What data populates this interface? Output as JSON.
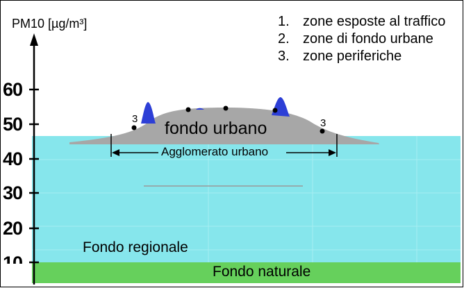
{
  "axis": {
    "label": "PM10 [µg/m³]",
    "ticks": [
      "60",
      "50",
      "40",
      "30",
      "20",
      "10"
    ]
  },
  "legend": [
    {
      "num": "1.",
      "text": "zone esposte al traffico"
    },
    {
      "num": "2.",
      "text": "zone di fondo urbane"
    },
    {
      "num": "3.",
      "text": "zone periferiche"
    }
  ],
  "labels": {
    "fondo_urbano": "fondo urbano",
    "agglomerato": "Agglomerato urbano",
    "fondo_regionale": "Fondo regionale",
    "fondo_naturale": "Fondo naturale",
    "marker_left": "3",
    "marker_right": "3"
  },
  "colors": {
    "regional": "#86e6ec",
    "natural": "#66d05c",
    "urban": "#a7a7a7",
    "traffic": "#2d3fd6"
  }
}
